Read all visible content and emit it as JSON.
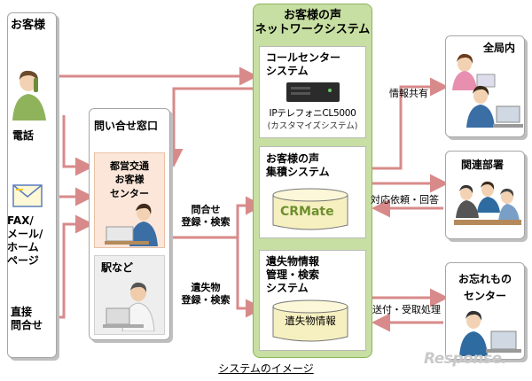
{
  "customer": {
    "title": "お客様",
    "phone": "電話",
    "fax_mail": "FAX/\nメール/\nホーム\nページ",
    "direct": "直接\n問合せ"
  },
  "inquiry": {
    "title": "問い合せ窓口",
    "center": "都営交通\nお客様\nセンター",
    "station": "駅など"
  },
  "system": {
    "title": "お客様の声\nネットワークシステム",
    "call_center": "コールセンター\nシステム",
    "ip_phone": "IPテレフォニCL5000",
    "customized": "(カスタマイズシステム)",
    "voice_db": "お客様の声\n集積システム",
    "crmate": "CRMate",
    "lost": "遺失物情報\n管理・検索\nシステム",
    "lost_db": "遺失物情報"
  },
  "flows": {
    "inquiry_reg": "問合せ\n登録・検索",
    "lost_reg": "遺失物\n登録・検索",
    "share": "情報共有",
    "request": "対応依頼・回答",
    "send": "送付・受取処理"
  },
  "right": {
    "all_offices": "全局内",
    "departments": "関連部署",
    "lost_center": "お忘れもの\nセンター"
  },
  "footer": {
    "caption": "システムのイメージ",
    "watermark": "Response."
  },
  "colors": {
    "arrow": "#d88a8a",
    "green_panel": "#c7dfa2",
    "peach": "#fbe6d9"
  }
}
